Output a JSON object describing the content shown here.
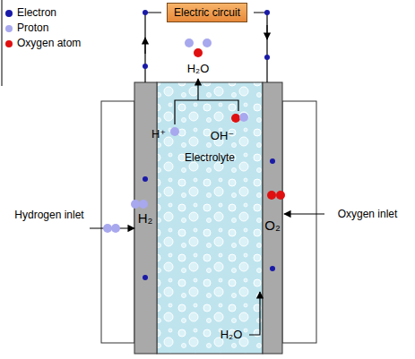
{
  "diagram": {
    "nodes": [
      {
        "text": [
          "Electric circuit"
        ]
      },
      {
        "text": [
          "Electrolyte"
        ]
      }
    ],
    "labels": [
      "H₂O",
      "H⁺",
      "OH⁻",
      "Hydrogen inlet",
      "H₂",
      "O₂",
      "Oxygen inlet",
      "H₂O"
    ],
    "legend": [
      {
        "text": "Electron",
        "color": "#1a1aa8"
      },
      {
        "text": "Proton",
        "color": "#a8a8ee"
      },
      {
        "text": "Oxygen atom",
        "color": "#e01010"
      }
    ]
  }
}
